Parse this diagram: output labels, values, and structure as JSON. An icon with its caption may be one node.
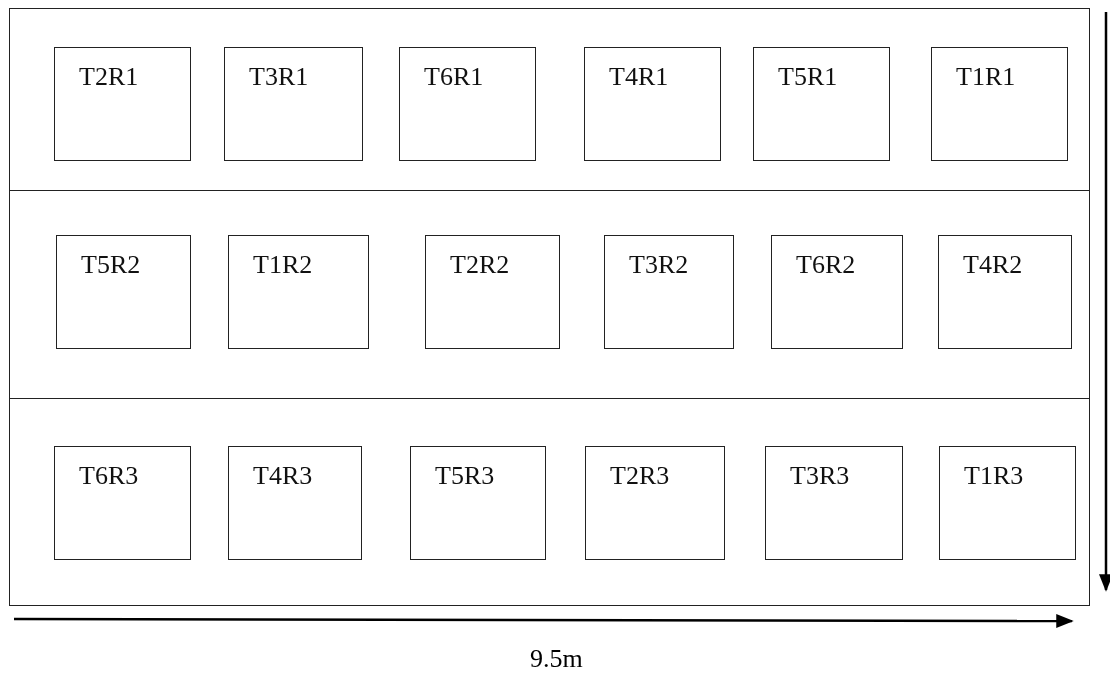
{
  "diagram": {
    "nodes": [
      {
        "text": [],
        "shape": "band"
      },
      {
        "text": [
          "T2R1"
        ],
        "in": 0
      },
      {
        "text": [
          "T3R1"
        ],
        "in": 0
      },
      {
        "text": [
          "T6R1"
        ],
        "in": 0
      },
      {
        "text": [
          "T4R1"
        ],
        "in": 0
      },
      {
        "text": [
          "T5R1"
        ],
        "in": 0
      },
      {
        "text": [
          "T1R1"
        ],
        "in": 0
      },
      {
        "text": [],
        "shape": "band"
      },
      {
        "text": [
          "T5R2"
        ],
        "in": 7
      },
      {
        "text": [
          "T1R2"
        ],
        "in": 7
      },
      {
        "text": [
          "T2R2"
        ],
        "in": 7
      },
      {
        "text": [
          "T3R2"
        ],
        "in": 7
      },
      {
        "text": [
          "T6R2"
        ],
        "in": 7
      },
      {
        "text": [
          "T4R2"
        ],
        "in": 7
      },
      {
        "text": [],
        "shape": "band"
      },
      {
        "text": [
          "T6R3"
        ],
        "in": 14
      },
      {
        "text": [
          "T4R3"
        ],
        "in": 14
      },
      {
        "text": [
          "T5R3"
        ],
        "in": 14
      },
      {
        "text": [
          "T2R3"
        ],
        "in": 14
      },
      {
        "text": [
          "T3R3"
        ],
        "in": 14
      },
      {
        "text": [
          "T1R3"
        ],
        "in": 14
      }
    ],
    "labels": [
      "9.5m"
    ]
  }
}
